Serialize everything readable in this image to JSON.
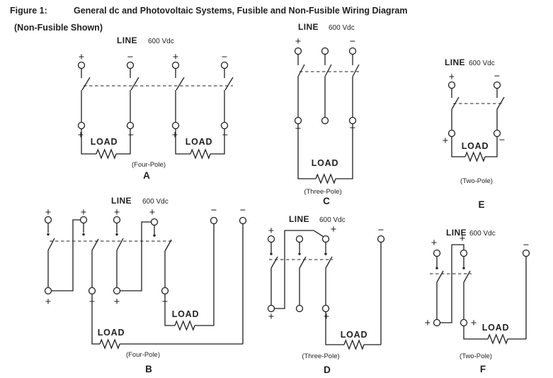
{
  "figure": {
    "label": "Figure 1:",
    "title": "General dc and Photovoltaic Systems, Fusible and Non-Fusible Wiring Diagram",
    "subtitle": "(Non-Fusible Shown)"
  },
  "diagrams": {
    "a": {
      "line": "LINE",
      "voltage": "600 Vdc",
      "load1": "LOAD",
      "load2": "LOAD",
      "type": "(Four-Pole)",
      "letter": "A",
      "top_signs": [
        "+",
        "−",
        "+",
        "−"
      ],
      "bottom_signs": [
        "+",
        "−",
        "+",
        "−"
      ]
    },
    "b": {
      "line": "LINE",
      "voltage": "600 Vdc",
      "load1": "LOAD",
      "load2": "LOAD",
      "type": "(Four-Pole)",
      "letter": "B",
      "top_signs": [
        "+",
        "+",
        "+",
        "+",
        "−",
        "−"
      ],
      "bottom_signs": [
        "+",
        "+",
        "+",
        "+"
      ]
    },
    "c": {
      "line": "LINE",
      "voltage": "600 Vdc",
      "load": "LOAD",
      "type": "(Three-Pole)",
      "letter": "C",
      "top_signs": [
        "+",
        "−"
      ],
      "bottom_signs": [
        "+",
        "−"
      ]
    },
    "d": {
      "line": "LINE",
      "voltage": "600 Vdc",
      "load": "LOAD",
      "type": "(Three-Pole)",
      "letter": "D",
      "top_signs": [
        "+",
        "+",
        "−"
      ],
      "bottom_signs": [
        "+",
        "+"
      ]
    },
    "e": {
      "line": "LINE",
      "voltage": "600 Vdc",
      "load": "LOAD",
      "type": "(Two-Pole)",
      "letter": "E",
      "top_signs": [
        "+",
        "−"
      ],
      "bottom_signs": [
        "+",
        "−"
      ]
    },
    "f": {
      "line": "LINE",
      "voltage": "600 Vdc",
      "load": "LOAD",
      "type": "(Two-Pole)",
      "letter": "F",
      "top_signs": [
        "+",
        "+",
        "−"
      ],
      "bottom_signs": [
        "+",
        "+"
      ]
    }
  }
}
